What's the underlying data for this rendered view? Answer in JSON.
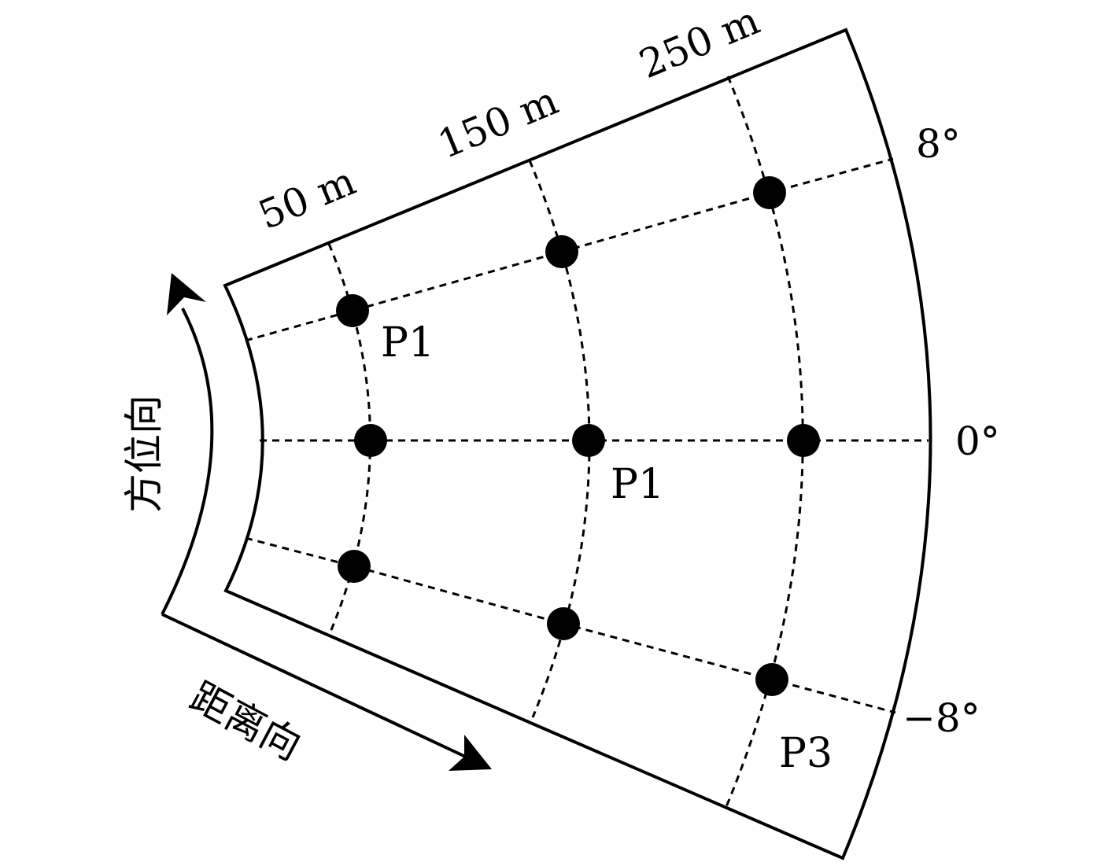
{
  "range_labels": [
    "50 m",
    "150 m",
    "250 m"
  ],
  "angle_labels": [
    "8°",
    "0°",
    "−8°"
  ],
  "point_labels": [
    "P1",
    "P1",
    "P3"
  ],
  "direction_labels": {
    "azimuth": "方位向",
    "range": "距离向"
  },
  "grid": {
    "ranges_m": [
      50,
      150,
      250
    ],
    "angles_deg": [
      8,
      0,
      -8
    ]
  }
}
